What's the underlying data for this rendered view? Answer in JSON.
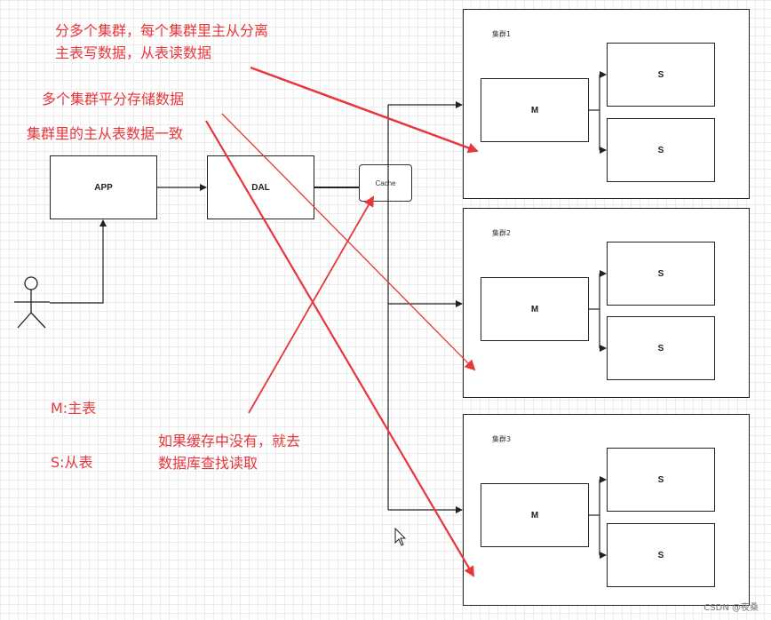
{
  "notes": {
    "cluster_split_line1": "分多个集群，每个集群里主从分离",
    "cluster_split_line2": "主表写数据，从表读数据",
    "balanced_storage": "多个集群平分存储数据",
    "consistency": "集群里的主从表数据一致",
    "legend_master": "M:主表",
    "legend_slave": "S:从表",
    "cache_miss_line1": "如果缓存中没有，就去",
    "cache_miss_line2": "数据库查找读取"
  },
  "nodes": {
    "app": "APP",
    "dal": "DAL",
    "cache": "Cache"
  },
  "clusters": [
    {
      "label": "集群1",
      "master": "M",
      "slaves": [
        "S",
        "S"
      ]
    },
    {
      "label": "集群2",
      "master": "M",
      "slaves": [
        "S",
        "S"
      ]
    },
    {
      "label": "集群3",
      "master": "M",
      "slaves": [
        "S",
        "S"
      ]
    }
  ],
  "watermark": "CSDN @夜桑",
  "colors": {
    "annotation": "#e8363b",
    "line": "#222222"
  }
}
